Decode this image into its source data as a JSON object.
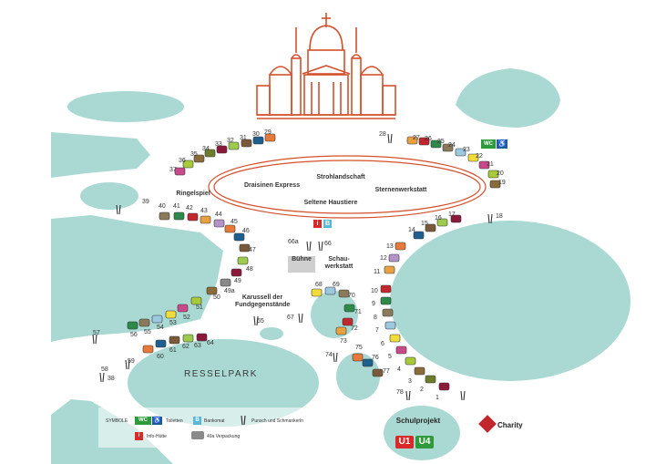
{
  "map": {
    "attractions": {
      "draisinen": "Draisinen Express",
      "strohlandschaft": "Strohlandschaft",
      "sternenwerkstatt": "Sternenwerkstatt",
      "haustiere": "Seltene Haustiere",
      "ringelspiel": "Ringelspiel",
      "karussell": "Karussell der Fundgegenstände",
      "buehne": "Bühne",
      "schauwerkstatt": "Schau-werkstatt",
      "schulprojekt": "Schulprojekt",
      "resselpark": "RESSELPARK"
    },
    "stall_numbers": [
      "1",
      "2",
      "3",
      "4",
      "5",
      "6",
      "7",
      "8",
      "9",
      "10",
      "11",
      "12",
      "13",
      "14",
      "15",
      "16",
      "17",
      "18",
      "19",
      "20",
      "21",
      "22",
      "23",
      "24",
      "25",
      "26",
      "27",
      "28",
      "29",
      "30",
      "31",
      "32",
      "33",
      "34",
      "35",
      "36",
      "37",
      "38",
      "39",
      "40",
      "41",
      "42",
      "43",
      "44",
      "45",
      "46",
      "47",
      "48",
      "49",
      "49a",
      "50",
      "51",
      "52",
      "53",
      "54",
      "55",
      "56",
      "57",
      "58",
      "59",
      "60",
      "61",
      "62",
      "63",
      "64",
      "65",
      "66",
      "66a",
      "67",
      "68",
      "69",
      "70",
      "71",
      "72",
      "73",
      "74",
      "75",
      "76",
      "77",
      "78"
    ],
    "subway": {
      "u1": "U1",
      "u4": "U4",
      "u1_color": "#d92a2a",
      "u4_color": "#2f9a3c"
    },
    "charity": "Charity",
    "info_i": "i",
    "info_b": "B"
  },
  "legend": {
    "title": "SYMBOLE",
    "wc": "WC",
    "toilets": "Toiletten",
    "bankomat_icon": "B",
    "bankomat": "Bankomat",
    "punsch": "Punsch und Schmankerln",
    "info_icon": "i",
    "info": "Info-Hütte",
    "verpackung": "49a Verpackung"
  },
  "colors": {
    "water": "#a9d9d2",
    "church": "#d4502c",
    "stall_palette": [
      "#8b1a3a",
      "#6d7c2a",
      "#8a6b3a",
      "#a7c93a",
      "#c94a8a",
      "#f2dc3a",
      "#9cc8e0",
      "#8a7a5a",
      "#2e8a4a",
      "#c1272d",
      "#e8a040",
      "#b493c8",
      "#e77a3a",
      "#1f5f8f",
      "#7a5a3a",
      "#9ecb4e"
    ]
  }
}
